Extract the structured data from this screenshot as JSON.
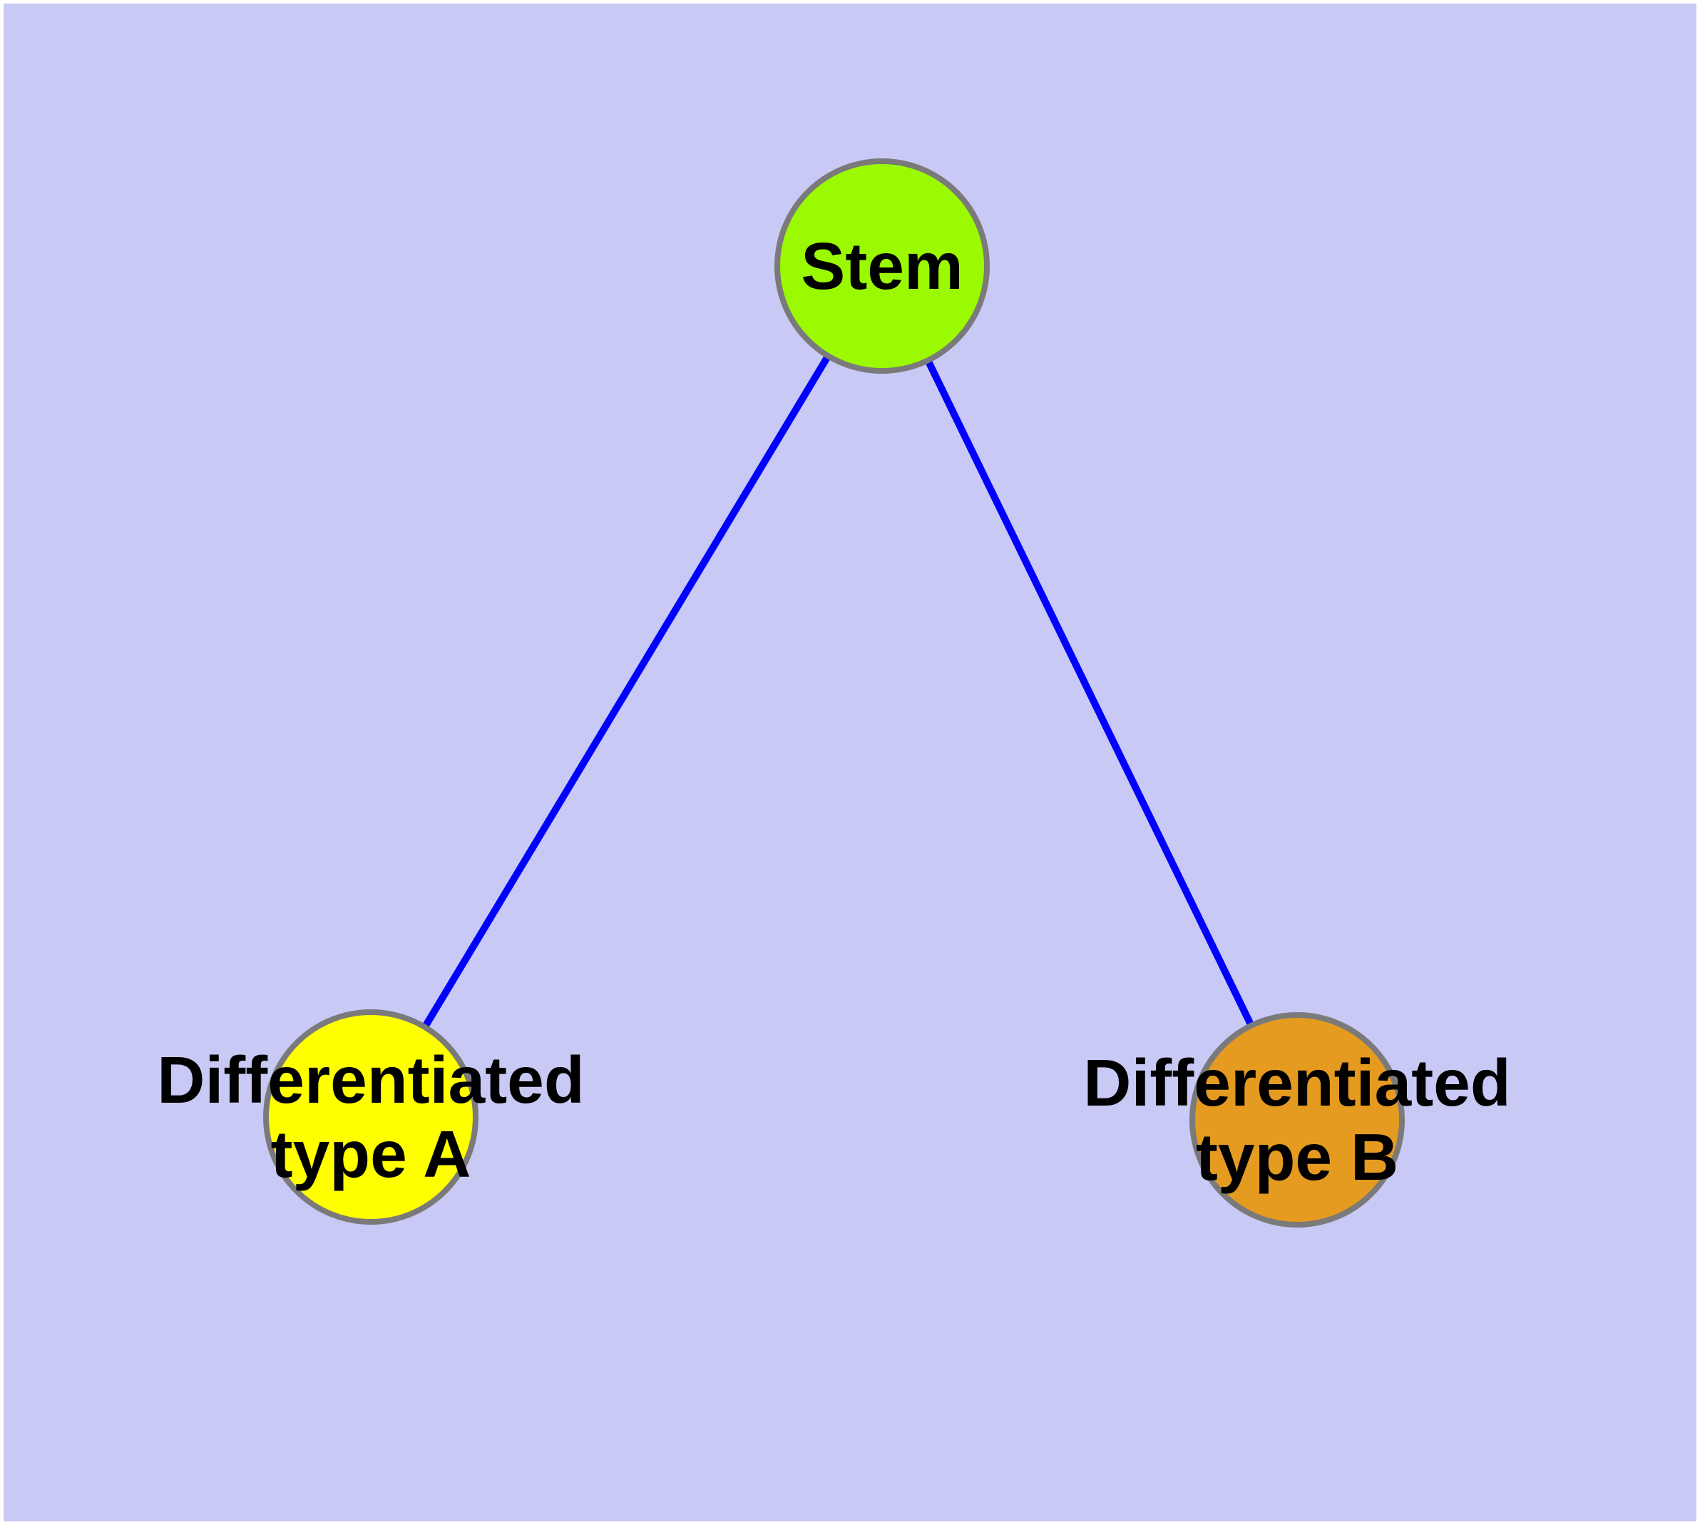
{
  "diagram": {
    "type": "graph",
    "canvas": {
      "background_color": "#C9C9F6",
      "frame_color": "#FFFFFF"
    },
    "edge_color": "#0000FF",
    "node_border_color": "#7A7A7A",
    "nodes": [
      {
        "id": "stem",
        "label": "Stem",
        "lines": [
          "Stem"
        ],
        "fill_color": "#9BFA02"
      },
      {
        "id": "differentiated-type-a",
        "label": "Differentiated type A",
        "lines": [
          "Differentiated",
          "type A"
        ],
        "fill_color": "#FFFF00"
      },
      {
        "id": "differentiated-type-b",
        "label": "Differentiated type B",
        "lines": [
          "Differentiated",
          "type B"
        ],
        "fill_color": "#E59A20"
      }
    ],
    "edges": [
      {
        "from": "Stem",
        "to": "Differentiated type A"
      },
      {
        "from": "Stem",
        "to": "Differentiated type B"
      }
    ]
  }
}
